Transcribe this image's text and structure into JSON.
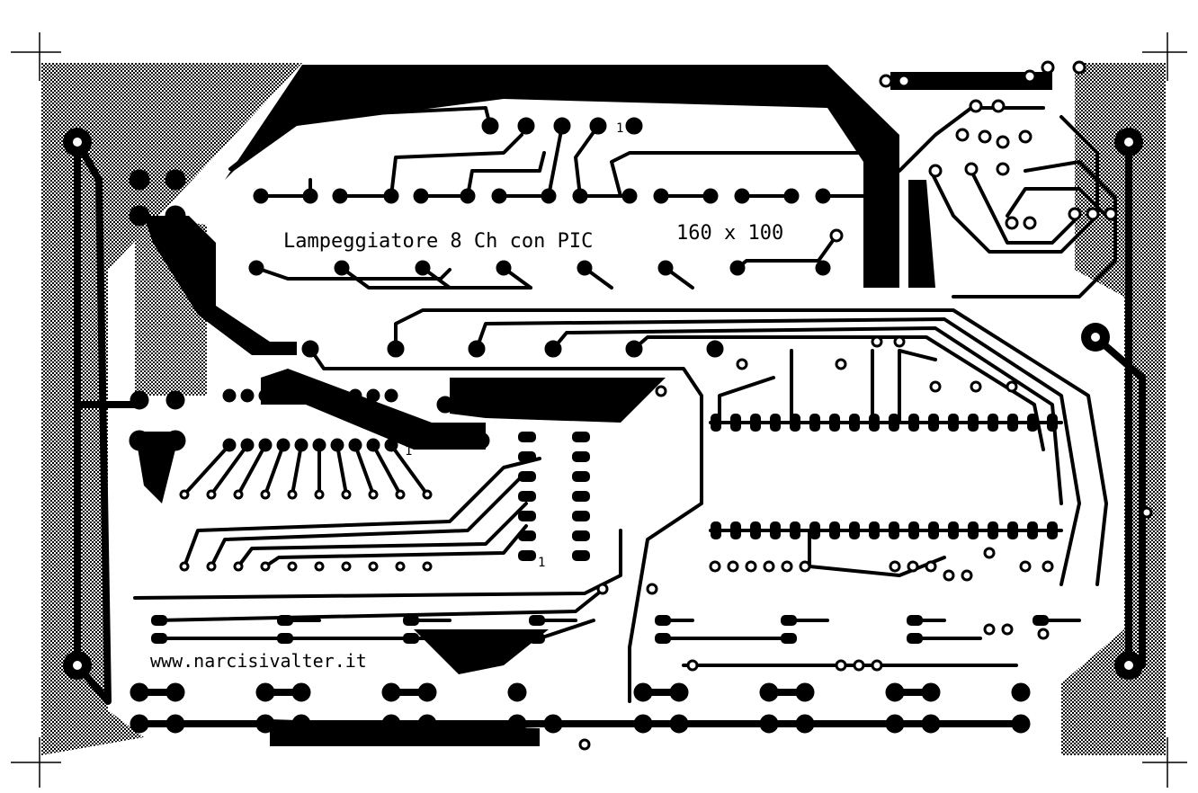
{
  "board": {
    "title": "Lampeggiatore 8 Ch con PIC",
    "size": "160 x 100",
    "url": "www.narcisivalter.it",
    "pin1_marks": [
      "1",
      "1",
      "1"
    ]
  },
  "colors": {
    "copper": "#000000",
    "substrate": "#ffffff"
  }
}
